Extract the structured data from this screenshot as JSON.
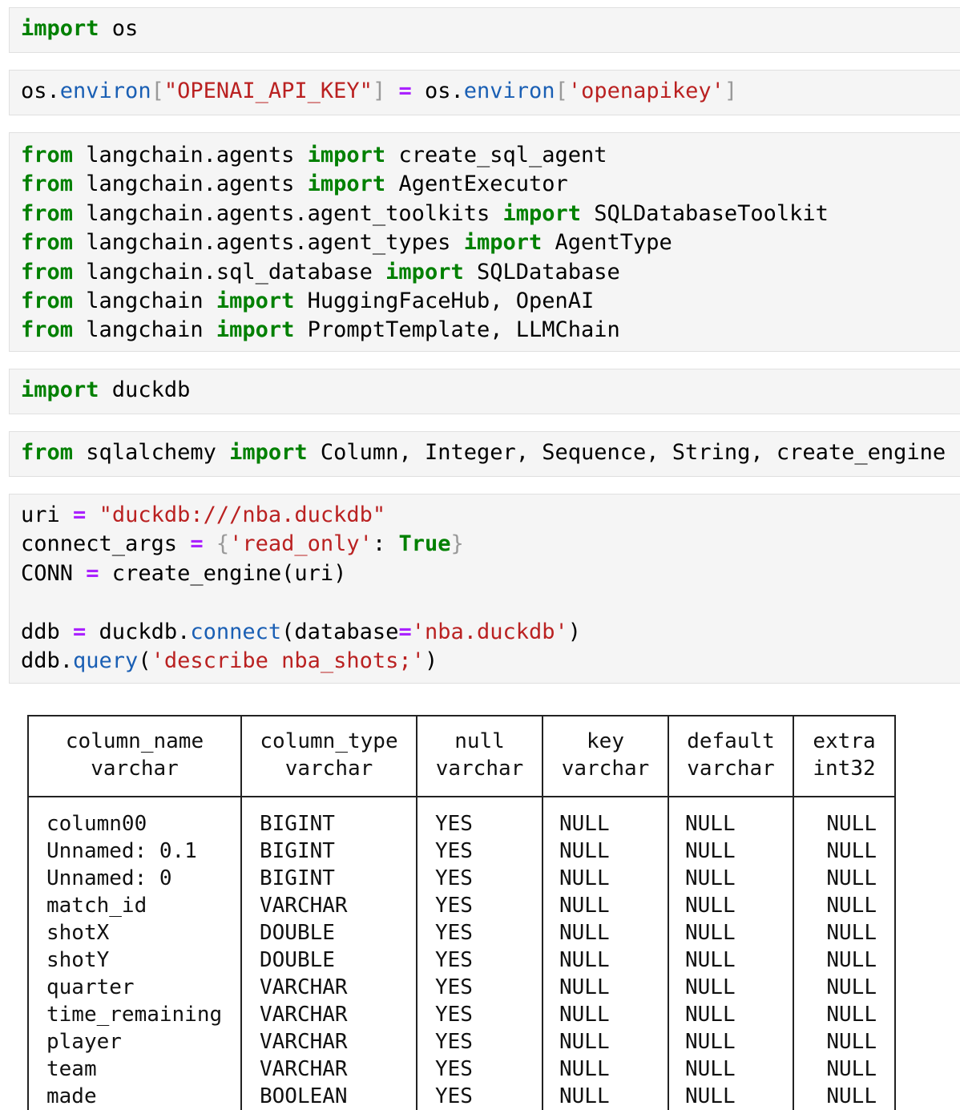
{
  "cells": [
    {
      "top": 0,
      "lines": [
        [
          [
            "kw",
            "import"
          ],
          [
            "t",
            " os"
          ]
        ]
      ]
    },
    {
      "top": 0,
      "lines": [
        [
          [
            "t",
            "os."
          ],
          [
            "at",
            "environ"
          ],
          [
            "br",
            "["
          ],
          [
            "st",
            "\"OPENAI_API_KEY\""
          ],
          [
            "br",
            "]"
          ],
          [
            "t",
            " "
          ],
          [
            "op",
            "="
          ],
          [
            "t",
            " os."
          ],
          [
            "at",
            "environ"
          ],
          [
            "br",
            "["
          ],
          [
            "st",
            "'openapikey'"
          ],
          [
            "br",
            "]"
          ]
        ]
      ]
    },
    {
      "top": 0,
      "lines": [
        [
          [
            "kw",
            "from"
          ],
          [
            "t",
            " langchain.agents "
          ],
          [
            "kw",
            "import"
          ],
          [
            "t",
            " create_sql_agent"
          ]
        ],
        [
          [
            "kw",
            "from"
          ],
          [
            "t",
            " langchain.agents "
          ],
          [
            "kw",
            "import"
          ],
          [
            "t",
            " AgentExecutor"
          ]
        ],
        [
          [
            "kw",
            "from"
          ],
          [
            "t",
            " langchain.agents.agent_toolkits "
          ],
          [
            "kw",
            "import"
          ],
          [
            "t",
            " SQLDatabaseToolkit"
          ]
        ],
        [
          [
            "kw",
            "from"
          ],
          [
            "t",
            " langchain.agents.agent_types "
          ],
          [
            "kw",
            "import"
          ],
          [
            "t",
            " AgentType"
          ]
        ],
        [
          [
            "kw",
            "from"
          ],
          [
            "t",
            " langchain.sql_database "
          ],
          [
            "kw",
            "import"
          ],
          [
            "t",
            " SQLDatabase"
          ]
        ],
        [
          [
            "kw",
            "from"
          ],
          [
            "t",
            " langchain "
          ],
          [
            "kw",
            "import"
          ],
          [
            "t",
            " HuggingFaceHub, OpenAI"
          ]
        ],
        [
          [
            "kw",
            "from"
          ],
          [
            "t",
            " langchain "
          ],
          [
            "kw",
            "import"
          ],
          [
            "t",
            " PromptTemplate, LLMChain"
          ]
        ]
      ]
    },
    {
      "top": 0,
      "lines": [
        [
          [
            "kw",
            "import"
          ],
          [
            "t",
            " duckdb"
          ]
        ]
      ]
    },
    {
      "top": 0,
      "lines": [
        [
          [
            "kw",
            "from"
          ],
          [
            "t",
            " sqlalchemy "
          ],
          [
            "kw",
            "import"
          ],
          [
            "t",
            " Column, Integer, Sequence, String, create_engine"
          ]
        ]
      ]
    },
    {
      "top": 0,
      "lines": [
        [
          [
            "t",
            "uri "
          ],
          [
            "op",
            "="
          ],
          [
            "t",
            " "
          ],
          [
            "st",
            "\"duckdb:///nba.duckdb\""
          ]
        ],
        [
          [
            "t",
            "connect_args "
          ],
          [
            "op",
            "="
          ],
          [
            "t",
            " "
          ],
          [
            "br",
            "{"
          ],
          [
            "st",
            "'read_only'"
          ],
          [
            "t",
            ": "
          ],
          [
            "kw",
            "True"
          ],
          [
            "br",
            "}"
          ]
        ],
        [
          [
            "t",
            "CONN "
          ],
          [
            "op",
            "="
          ],
          [
            "t",
            " create_engine(uri)"
          ]
        ],
        [
          [
            "t",
            ""
          ]
        ],
        [
          [
            "t",
            "ddb "
          ],
          [
            "op",
            "="
          ],
          [
            "t",
            " duckdb."
          ],
          [
            "at",
            "connect"
          ],
          [
            "t",
            "(database"
          ],
          [
            "op",
            "="
          ],
          [
            "st",
            "'nba.duckdb'"
          ],
          [
            "t",
            ")"
          ]
        ],
        [
          [
            "t",
            "ddb."
          ],
          [
            "at",
            "query"
          ],
          [
            "t",
            "("
          ],
          [
            "st",
            "'describe nba_shots;'"
          ],
          [
            "t",
            ")"
          ]
        ]
      ]
    }
  ],
  "table": {
    "headers": [
      {
        "name": "column_name",
        "type": "varchar"
      },
      {
        "name": "column_type",
        "type": "varchar"
      },
      {
        "name": "null",
        "type": "varchar"
      },
      {
        "name": "key",
        "type": "varchar"
      },
      {
        "name": "default",
        "type": "varchar"
      },
      {
        "name": "extra",
        "type": "int32"
      }
    ],
    "rows": [
      [
        "column00",
        "BIGINT",
        "YES",
        "NULL",
        "NULL",
        "NULL"
      ],
      [
        "Unnamed: 0.1",
        "BIGINT",
        "YES",
        "NULL",
        "NULL",
        "NULL"
      ],
      [
        "Unnamed: 0",
        "BIGINT",
        "YES",
        "NULL",
        "NULL",
        "NULL"
      ],
      [
        "match_id",
        "VARCHAR",
        "YES",
        "NULL",
        "NULL",
        "NULL"
      ],
      [
        "shotX",
        "DOUBLE",
        "YES",
        "NULL",
        "NULL",
        "NULL"
      ],
      [
        "shotY",
        "DOUBLE",
        "YES",
        "NULL",
        "NULL",
        "NULL"
      ],
      [
        "quarter",
        "VARCHAR",
        "YES",
        "NULL",
        "NULL",
        "NULL"
      ],
      [
        "time_remaining",
        "VARCHAR",
        "YES",
        "NULL",
        "NULL",
        "NULL"
      ],
      [
        "player",
        "VARCHAR",
        "YES",
        "NULL",
        "NULL",
        "NULL"
      ],
      [
        "team",
        "VARCHAR",
        "YES",
        "NULL",
        "NULL",
        "NULL"
      ],
      [
        "made",
        "BOOLEAN",
        "YES",
        "NULL",
        "NULL",
        "NULL"
      ]
    ]
  },
  "colors": {
    "keyword": "#008000",
    "operator": "#aa22ff",
    "string": "#ba2121",
    "attribute": "#1a5fb4",
    "bracket": "#999999",
    "cell_bg": "#f5f5f5"
  }
}
